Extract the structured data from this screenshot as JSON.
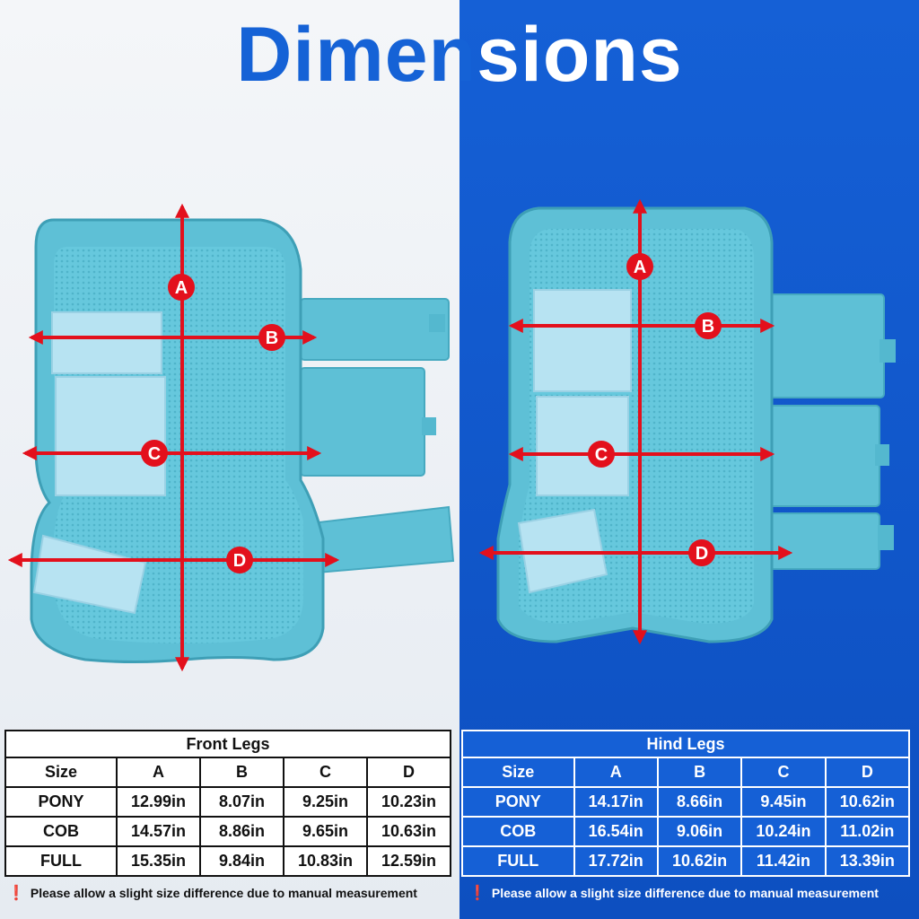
{
  "title": {
    "part1": "Dimen",
    "part2": "sions"
  },
  "labels": {
    "a": "A",
    "b": "B",
    "c": "C",
    "d": "D"
  },
  "front": {
    "caption": "Front Legs",
    "headers": [
      "Size",
      "A",
      "B",
      "C",
      "D"
    ],
    "rows": [
      [
        "PONY",
        "12.99in",
        "8.07in",
        "9.25in",
        "10.23in"
      ],
      [
        "COB",
        "14.57in",
        "8.86in",
        "9.65in",
        "10.63in"
      ],
      [
        "FULL",
        "15.35in",
        "9.84in",
        "10.83in",
        "12.59in"
      ]
    ]
  },
  "hind": {
    "caption": "Hind Legs",
    "headers": [
      "Size",
      "A",
      "B",
      "C",
      "D"
    ],
    "rows": [
      [
        "PONY",
        "14.17in",
        "8.66in",
        "9.45in",
        "10.62in"
      ],
      [
        "COB",
        "16.54in",
        "9.06in",
        "10.24in",
        "11.02in"
      ],
      [
        "FULL",
        "17.72in",
        "10.62in",
        "11.42in",
        "13.39in"
      ]
    ]
  },
  "note": {
    "icon": "exclamation-icon",
    "text": "Please allow a slight size difference due to manual measurement"
  },
  "colors": {
    "boot": "#5ec0d6",
    "boot_edge": "#3e9fb6",
    "velcro": "#b7e3f2",
    "arrow": "#e3101c"
  }
}
